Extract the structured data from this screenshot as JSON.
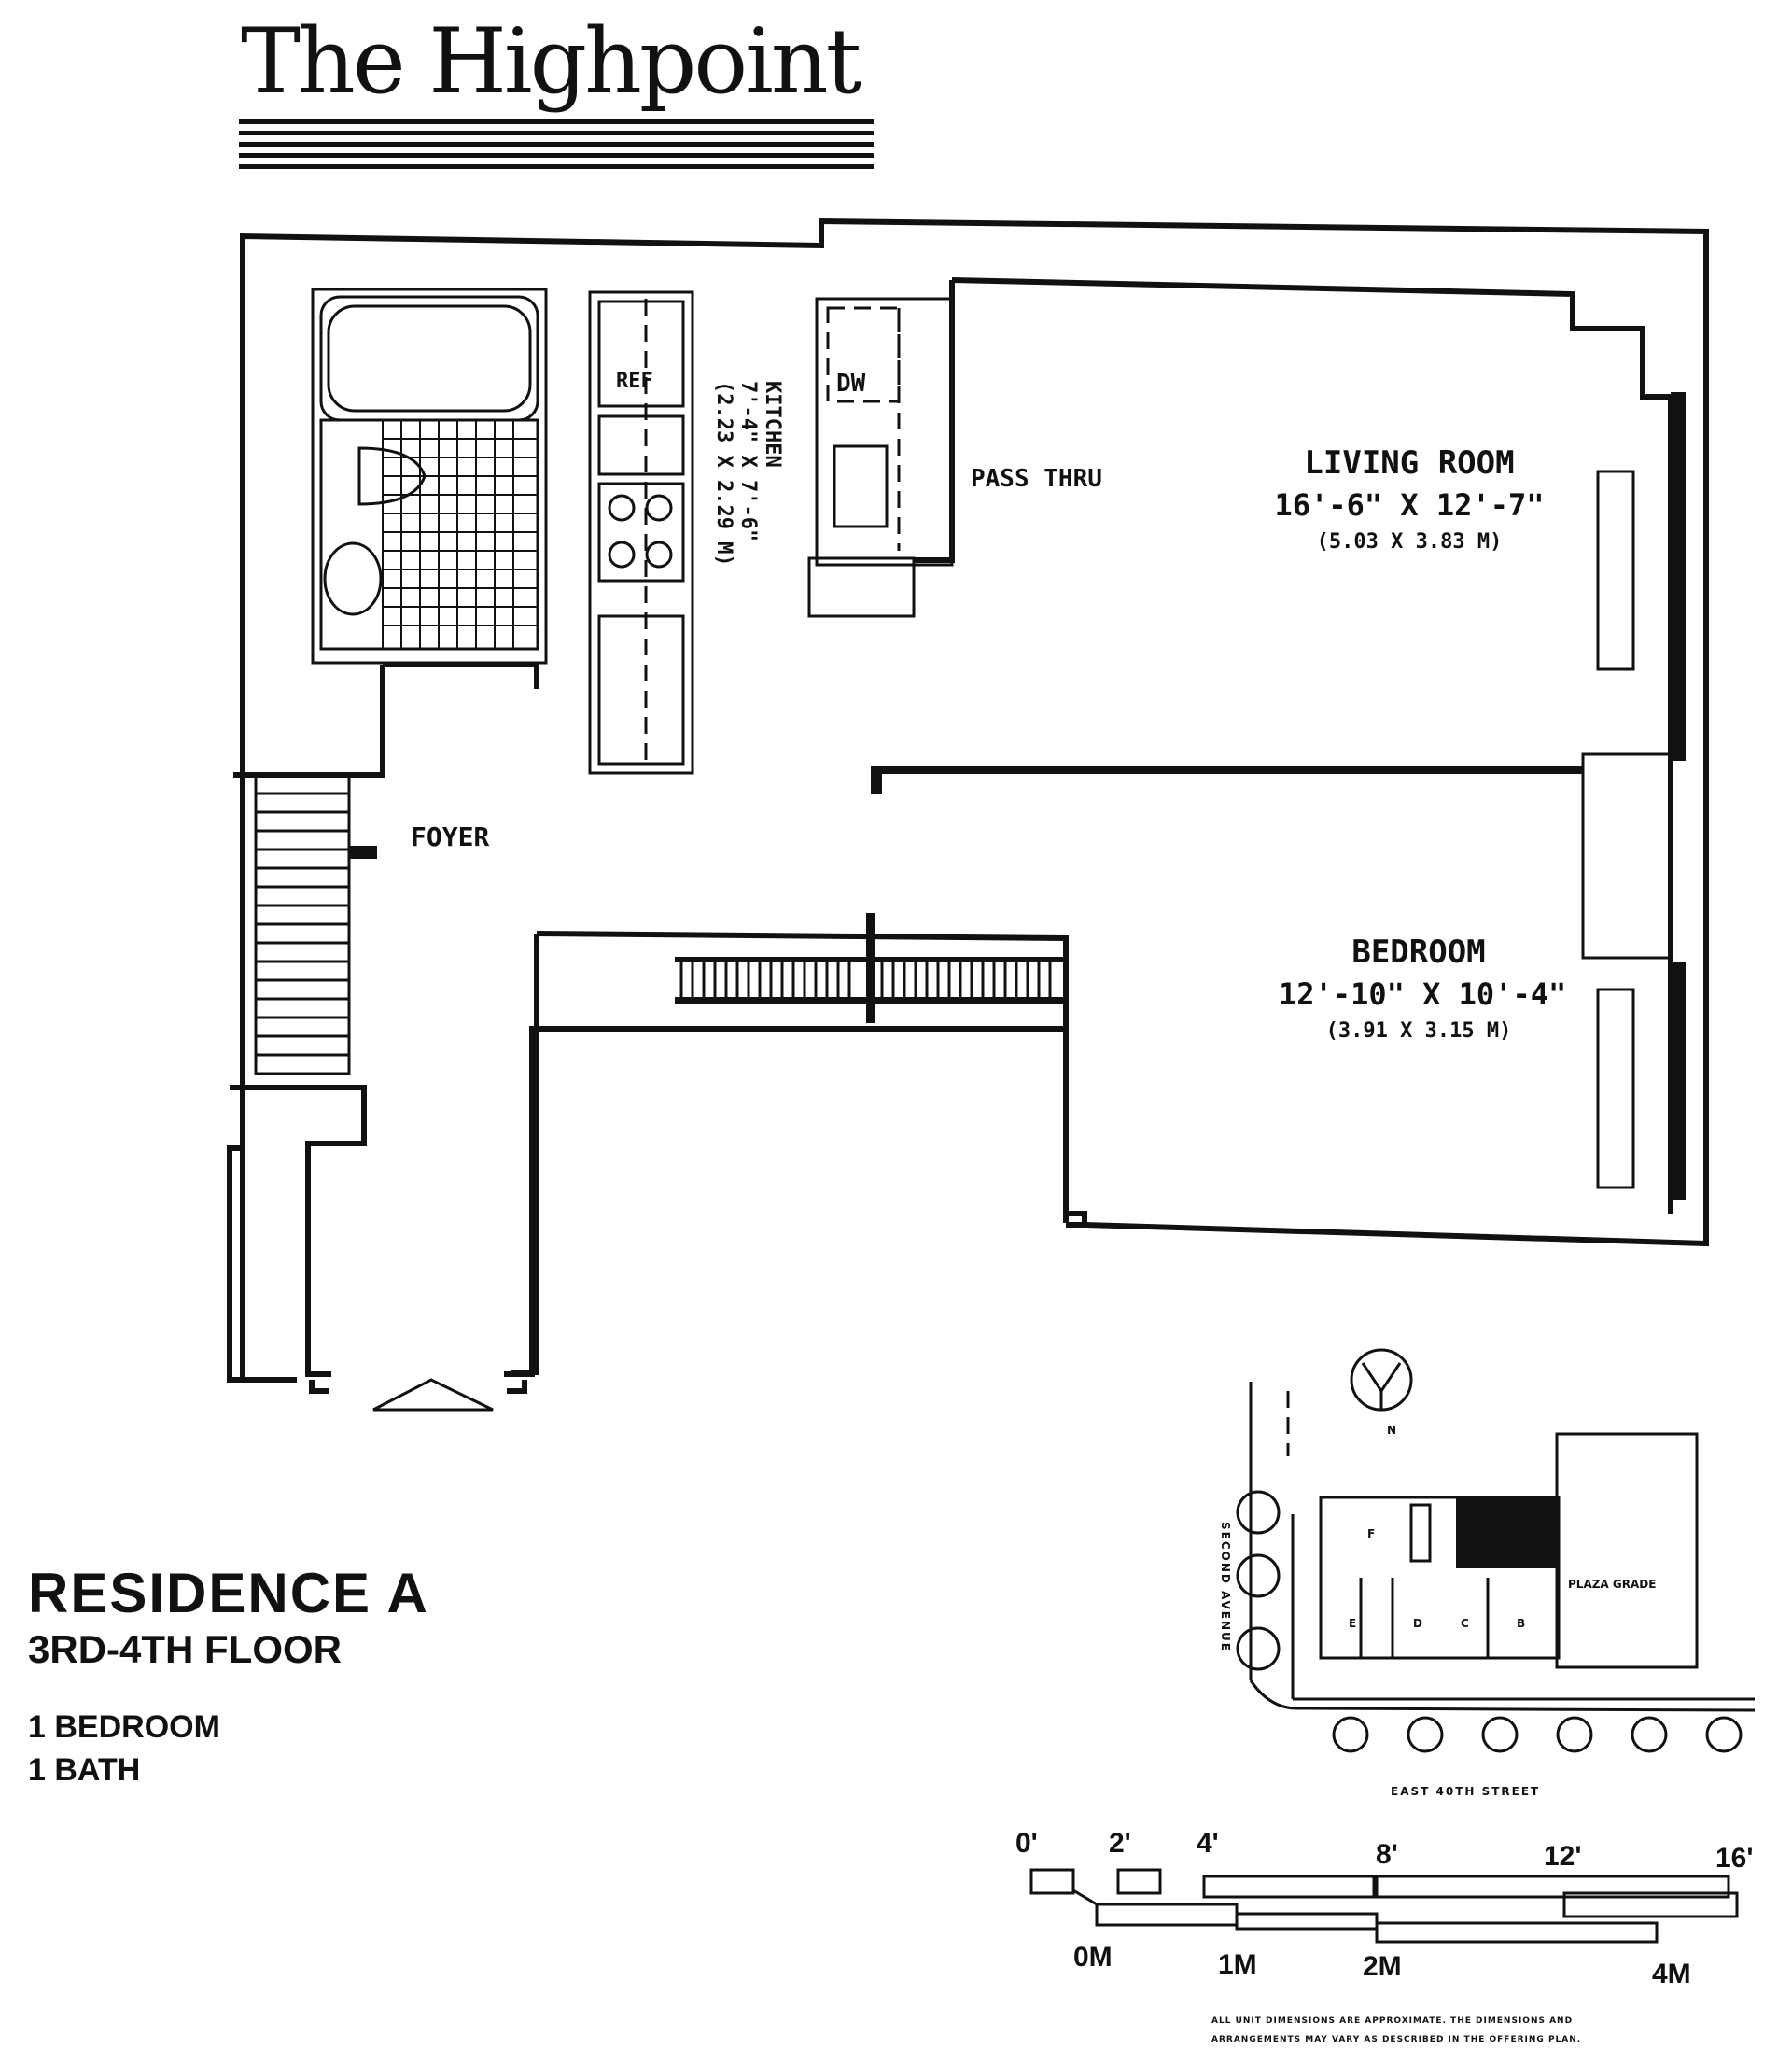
{
  "header": {
    "building_name": "The Highpoint"
  },
  "rooms": {
    "living": {
      "name": "LIVING ROOM",
      "dims_ft": "16'-6\" X 12'-7\"",
      "dims_m": "(5.03 X 3.83 M)"
    },
    "bedroom": {
      "name": "BEDROOM",
      "dims_ft": "12'-10\" X 10'-4\"",
      "dims_m": "(3.91 X 3.15 M)"
    },
    "kitchen": {
      "name": "KITCHEN",
      "dims_ft": "7'-4\" X 7'-6\"",
      "dims_m": "(2.23 X 2.29 M)"
    },
    "foyer": {
      "name": "FOYER"
    }
  },
  "fixtures": {
    "ref": "REF",
    "dw": "DW",
    "pass_thru": "PASS THRU"
  },
  "residence": {
    "title": "RESIDENCE A",
    "floor": "3RD-4TH FLOOR",
    "bedrooms": "1 BEDROOM",
    "baths": "1 BATH"
  },
  "key_plan": {
    "street": "EAST 40TH STREET",
    "side": "SECOND AVENUE",
    "plaza": "PLAZA GRADE",
    "unit_letters": [
      "F",
      "E",
      "D",
      "C",
      "B"
    ],
    "north_arrow": "N"
  },
  "scale": {
    "feet_labels": [
      "0'",
      "2'",
      "4'",
      "8'",
      "12'",
      "16'"
    ],
    "meter_labels": [
      "0M",
      "1M",
      "2M",
      "4M"
    ]
  },
  "disclaimer": {
    "line1": "ALL UNIT DIMENSIONS ARE APPROXIMATE. THE DIMENSIONS AND",
    "line2": "ARRANGEMENTS MAY VARY AS DESCRIBED IN THE OFFERING PLAN."
  }
}
